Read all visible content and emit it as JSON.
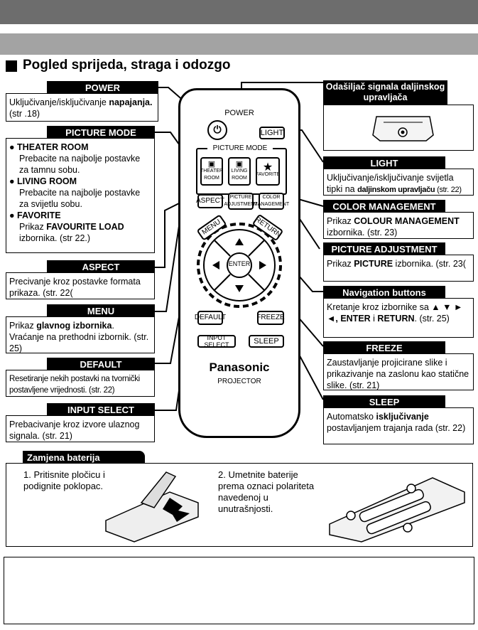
{
  "heading": "Pogled sprijeda, straga i odozgo",
  "callouts": {
    "power": {
      "title": "POWER",
      "text_pre": "Uključivanje/isključivanje ",
      "text_bold": "napajanja.",
      "text_post": "(str .18)"
    },
    "picture_mode": {
      "title": "PICTURE MODE",
      "items": [
        {
          "name": "THEATER ROOM",
          "desc": "Prebacite na najbolje postavke za tamnu sobu."
        },
        {
          "name": "LIVING ROOM",
          "desc": "Prebacite na najbolje postavke za svijetlu sobu."
        },
        {
          "name": "FAVORITE",
          "desc_pre": "Prikaz ",
          "desc_bold": "FAVOURITE LOAD",
          "desc_post": " izbornika. (str 22.)"
        }
      ]
    },
    "aspect": {
      "title": "ASPECT",
      "text": "Precivanje kroz postavke formata prikaza. (str. 22("
    },
    "menu": {
      "title": "MENU",
      "text_pre": "Prikaz ",
      "text_bold": "glavnog izbornika",
      "text_post": ". Vraćanje na prethodni izbornik. (str. 25)"
    },
    "default": {
      "title": "DEFAULT",
      "text": "Resetiranje nekih postavki na tvornički postavljene vrijednosti. (str. 22)"
    },
    "input_select": {
      "title": "INPUT SELECT",
      "text": "Prebacivanje kroz izvore ulaznog signala. (str. 21)"
    },
    "transmitter": {
      "title": "Odašiljač signala daljinskog upravljača"
    },
    "light": {
      "title": "LIGHT",
      "text_pre": "Uključivanje/isključivanje svijetla tipki na ",
      "text_bold": "daljinskom upravljaču",
      "text_post": " (str. 22)"
    },
    "color_management": {
      "title": "COLOR MANAGEMENT",
      "text_pre": "Prikaz ",
      "text_bold": "COLOUR MANAGEMENT",
      "text_post": " izbornika. (str. 23)"
    },
    "picture_adjustment": {
      "title": "PICTURE ADJUSTMENT",
      "text_pre": "Prikaz ",
      "text_bold": "PICTURE",
      "text_post": " izbornika. (str. 23("
    },
    "navigation": {
      "title": "Navigation buttons",
      "text_pre": "Kretanje kroz izbornike sa ",
      "text_bold": "▲ ▼ ► ◄, ENTER",
      "text_mid": " i ",
      "text_bold2": "RETURN",
      "text_post": ". (str. 25)"
    },
    "freeze": {
      "title": "FREEZE",
      "text": "Zaustavljanje projicirane slike i prikazivanje na zaslonu kao statične slike. (str. 21)"
    },
    "sleep": {
      "title": "SLEEP",
      "text_pre": "Automatsko ",
      "text_bold": "isključivanje",
      "text_post": " postavljanjem trajanja rada (str. 22)"
    }
  },
  "remote": {
    "power_label": "POWER",
    "light": "LIGHT",
    "picture_mode_label": "PICTURE MODE",
    "theater": "THEATER ROOM",
    "living": "LIVING ROOM",
    "favorite": "FAVORITE",
    "aspect": "ASPECT",
    "picture_adj": "PICTURE ADJUSTMENT",
    "color_mgmt": "COLOR MANAGEMENT",
    "menu": "MENU",
    "return": "RETURN",
    "enter": "ENTER",
    "default": "DEFAULT",
    "freeze": "FREEZE",
    "input_select": "INPUT SELECT",
    "sleep": "SLEEP",
    "brand": "Panasonic",
    "model": "PROJECTOR"
  },
  "battery": {
    "title": "Zamjena baterija",
    "step1": "1.  Pritisnite pločicu i podignite poklopac.",
    "step2": "2.  Umetnite baterije prema oznaci polariteta navedenoj u unutrašnjosti."
  }
}
